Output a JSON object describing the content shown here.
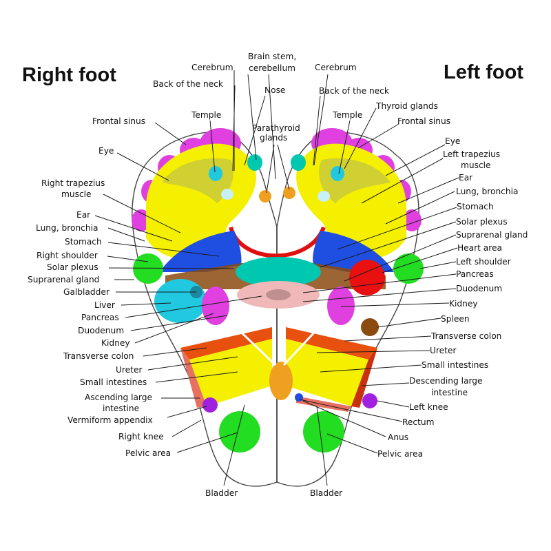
{
  "titles": {
    "right": "Right foot",
    "left": "Left foot"
  },
  "labels": {
    "cerebrum_r": "Cerebrum",
    "brain_stem_1": "Brain stem,",
    "brain_stem_2": "cerebellum",
    "cerebrum_l": "Cerebrum",
    "back_neck_r": "Back of the neck",
    "nose": "Nose",
    "back_neck_l": "Back of the neck",
    "temple_r": "Temple",
    "temple_l": "Temple",
    "thyroid": "Thyroid glands",
    "frontal_sinus_r": "Frontal sinus",
    "frontal_sinus_l": "Frontal sinus",
    "parathyroid_1": "Parathyroid",
    "parathyroid_2": "glands",
    "eye_r": "Eye",
    "eye_l": "Eye",
    "trap_r_1": "Right trapezius",
    "trap_r_2": "muscle",
    "trap_l_1": "Left trapezius",
    "trap_l_2": "muscle",
    "ear_r": "Ear",
    "ear_l": "Ear",
    "lung_r": "Lung, bronchia",
    "lung_l": "Lung, bronchia",
    "stomach_r": "Stomach",
    "stomach_l": "Stomach",
    "right_shoulder": "Right shoulder",
    "solar_r": "Solar plexus",
    "solar_l": "Solar plexus",
    "suprarenal_r": "Suprarenal gland",
    "suprarenal_l": "Suprarenal gland",
    "heart": "Heart area",
    "left_shoulder": "Left shoulder",
    "gallbladder": "Galbladder",
    "pancreas_l": "Pancreas",
    "liver": "Liver",
    "duodenum_l": "Duodenum",
    "pancreas_r": "Pancreas",
    "kidney_l": "Kidney",
    "duodenum_r": "Duodenum",
    "spleen": "Spleen",
    "kidney_r": "Kidney",
    "transverse_colon_l": "Transverse colon",
    "transverse_colon_r": "Transverse colon",
    "ureter_l": "Ureter",
    "ureter_r": "Ureter",
    "small_int_l": "Small intestines",
    "small_int_r": "Small intestines",
    "desc_large_1": "Descending large",
    "desc_large_2": "intestine",
    "asc_large_1": "Ascending large",
    "asc_large_2": "intestine",
    "left_knee": "Left knee",
    "vermiform": "Vermiform appendix",
    "rectum": "Rectum",
    "anus": "Anus",
    "right_knee": "Right knee",
    "pelvic_r": "Pelvic area",
    "pelvic_l": "Pelvic area",
    "bladder_r": "Bladder",
    "bladder_l": "Bladder"
  },
  "colors": {
    "toes": "#e040e0",
    "yellow": "#f5f000",
    "olive": "#c8c840",
    "blue": "#1f4fe0",
    "cyan": "#20c8e0",
    "teal": "#00c8b0",
    "pink": "#f0b8b8",
    "brown": "#8a4a10",
    "green": "#22dd22",
    "red": "#e81010",
    "orange_red": "#e85010",
    "purple": "#a020e0",
    "orange": "#f0a020"
  }
}
